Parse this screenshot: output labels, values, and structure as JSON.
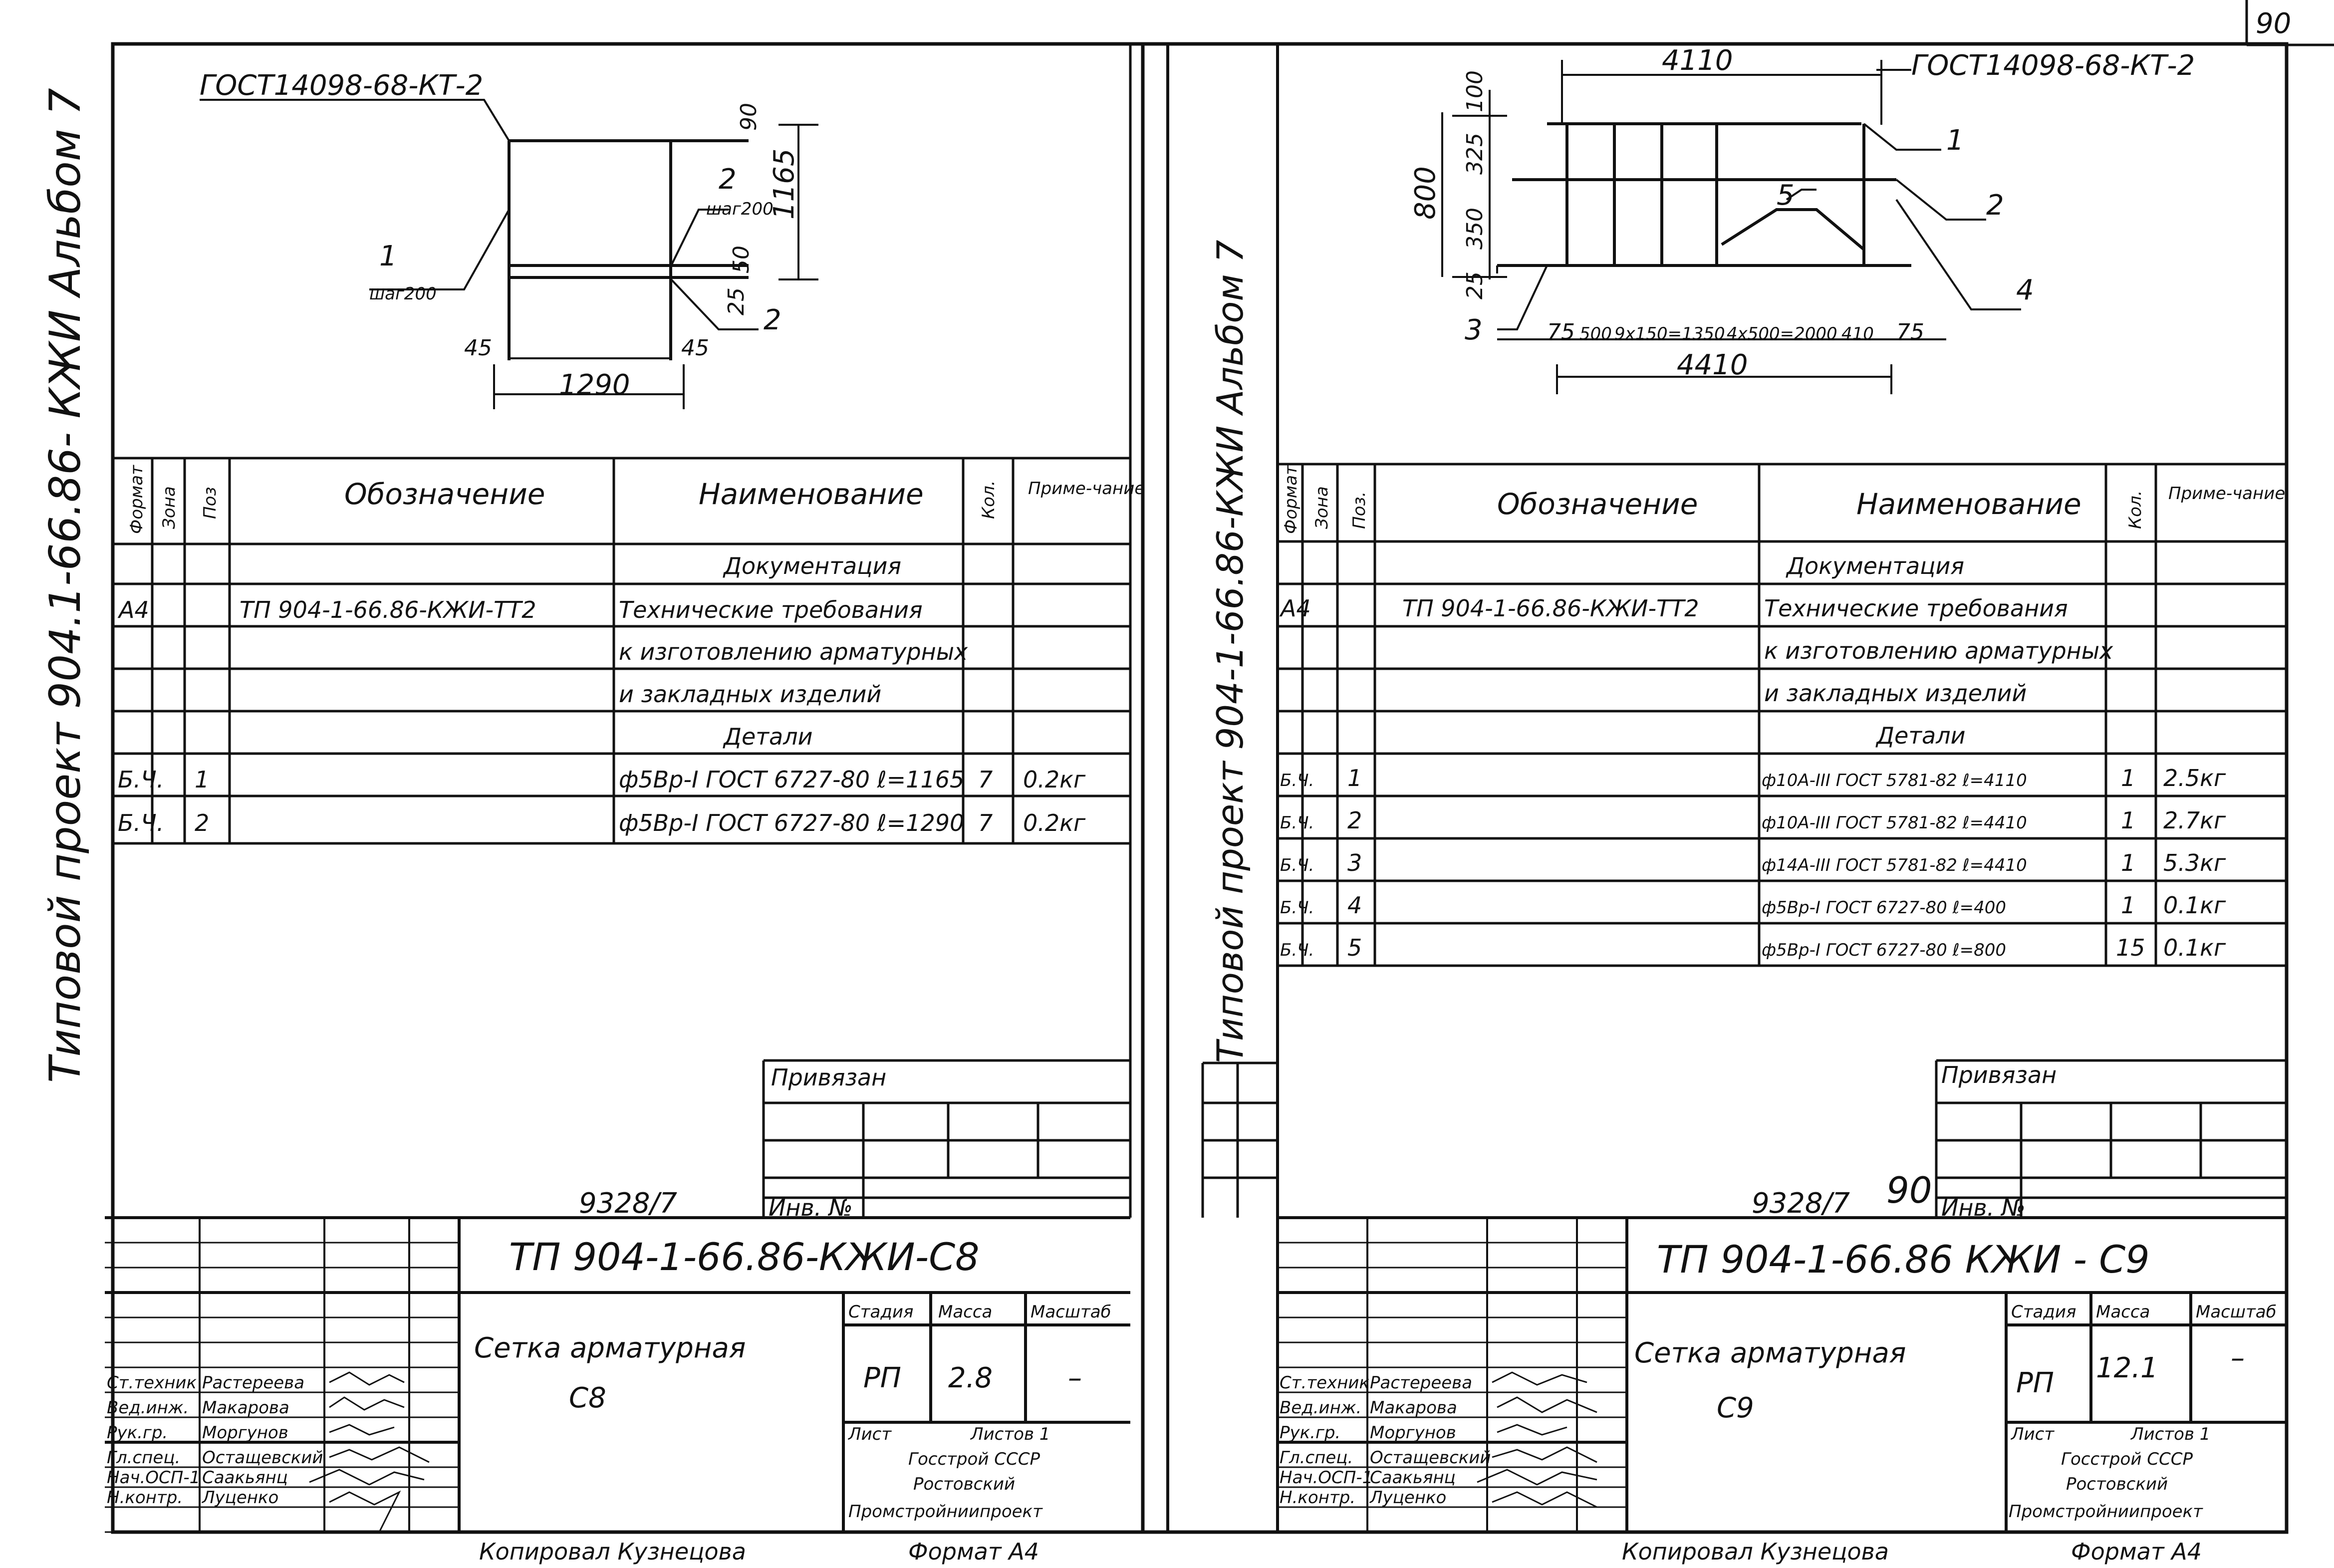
{
  "page_number": "90",
  "sheets": [
    {
      "side_label": "Типовой проект 904.1-66.86- КЖИ Альбом 7",
      "drawing": {
        "standard_ref": "ГОСТ14098-68-КТ-2",
        "dims": {
          "d90": "90",
          "d1165": "1165",
          "d2": "2",
          "shag_top": "шаг200",
          "d1": "1",
          "shag_left": "шаг200",
          "d25": "25",
          "d50": "50",
          "d2b": "2",
          "d45a": "45",
          "d45b": "45",
          "d1290": "1290"
        }
      },
      "spec": {
        "headers": {
          "format": "Формат",
          "zone": "Зона",
          "pos": "Поз",
          "designation": "Обозначение",
          "name": "Наименование",
          "qty": "Кол.",
          "note": "Приме-чание"
        },
        "rows": [
          {
            "format": "",
            "pos": "",
            "designation": "",
            "name": "Документация",
            "qty": "",
            "note": ""
          },
          {
            "format": "А4",
            "pos": "",
            "designation": "ТП 904-1-66.86-КЖИ-ТТ2",
            "name": "Технические требования",
            "qty": "",
            "note": ""
          },
          {
            "format": "",
            "pos": "",
            "designation": "",
            "name": "к изготовлению арматурных",
            "qty": "",
            "note": ""
          },
          {
            "format": "",
            "pos": "",
            "designation": "",
            "name": "и закладных изделий",
            "qty": "",
            "note": ""
          },
          {
            "format": "",
            "pos": "",
            "designation": "",
            "name": "Детали",
            "qty": "",
            "note": ""
          },
          {
            "format": "Б.Ч.",
            "pos": "1",
            "designation": "",
            "name": "ф5Вр-I ГОСТ 6727-80 ℓ=1165",
            "qty": "7",
            "note": "0.2кг"
          },
          {
            "format": "Б.Ч.",
            "pos": "2",
            "designation": "",
            "name": "ф5Вр-I ГОСТ 6727-80 ℓ=1290",
            "qty": "7",
            "note": "0.2кг"
          }
        ]
      },
      "privyazan": "Привязан",
      "inv_label": "Инв. №",
      "inv_number": "9328/7",
      "code": "ТП 904-1-66.86-КЖИ-С8",
      "name_line1": "Сетка арматурная",
      "name_line2": "С8",
      "stage_label": "Стадия",
      "mass_label": "Масса",
      "scale_label": "Масштаб",
      "stage": "РП",
      "mass": "2.8",
      "scale": "–",
      "sheet_label": "Лист",
      "sheets_label": "Листов 1",
      "org": [
        "Госстрой СССР",
        "Ростовский",
        "Промстройниипроект"
      ],
      "staff": [
        {
          "role": "Ст.техник",
          "name": "Растереева"
        },
        {
          "role": "Вед.инж.",
          "name": "Макарова"
        },
        {
          "role": "Рук.гр.",
          "name": "Моргунов"
        },
        {
          "role": "Гл.спец.",
          "name": "Остащевский"
        },
        {
          "role": "Нач.ОСП-1",
          "name": "Саакьянц"
        },
        {
          "role": "Н.контр.",
          "name": "Луценко"
        }
      ],
      "copied": "Копировал Кузнецова",
      "format": "Формат А4"
    },
    {
      "side_label": "Типовой проект 904-1-66.86-КЖИ Альбом 7",
      "drawing": {
        "standard_ref": "ГОСТ14098-68-КТ-2",
        "dims": {
          "d4110": "4110",
          "d100": "100",
          "d325": "325",
          "d350": "350",
          "d25": "25",
          "d800": "800",
          "d75a": "75",
          "d500": "500",
          "d9x150": "9x150=1350",
          "d4x500": "4x500=2000",
          "d410": "410",
          "d75b": "75",
          "d4410": "4410",
          "p1": "1",
          "p2": "2",
          "p3": "3",
          "p4": "4",
          "p5": "5"
        }
      },
      "spec": {
        "headers": {
          "format": "Формат",
          "zone": "Зона",
          "pos": "Поз.",
          "designation": "Обозначение",
          "name": "Наименование",
          "qty": "Кол.",
          "note": "Приме-чание"
        },
        "rows": [
          {
            "format": "",
            "pos": "",
            "designation": "",
            "name": "Документация",
            "qty": "",
            "note": ""
          },
          {
            "format": "А4",
            "pos": "",
            "designation": "ТП 904-1-66.86-КЖИ-ТТ2",
            "name": "Технические требования",
            "qty": "",
            "note": ""
          },
          {
            "format": "",
            "pos": "",
            "designation": "",
            "name": "к изготовлению арматурных",
            "qty": "",
            "note": ""
          },
          {
            "format": "",
            "pos": "",
            "designation": "",
            "name": "и закладных изделий",
            "qty": "",
            "note": ""
          },
          {
            "format": "",
            "pos": "",
            "designation": "",
            "name": "Детали",
            "qty": "",
            "note": ""
          },
          {
            "format": "Б.Ч.",
            "pos": "1",
            "designation": "",
            "name": "ф10А-III ГОСТ 5781-82 ℓ=4110",
            "qty": "1",
            "note": "2.5кг"
          },
          {
            "format": "Б.Ч.",
            "pos": "2",
            "designation": "",
            "name": "ф10А-III ГОСТ 5781-82 ℓ=4410",
            "qty": "1",
            "note": "2.7кг"
          },
          {
            "format": "Б.Ч.",
            "pos": "3",
            "designation": "",
            "name": "ф14А-III ГОСТ 5781-82 ℓ=4410",
            "qty": "1",
            "note": "5.3кг"
          },
          {
            "format": "Б.Ч.",
            "pos": "4",
            "designation": "",
            "name": "ф5Вр-I ГОСТ 6727-80 ℓ=400",
            "qty": "1",
            "note": "0.1кг"
          },
          {
            "format": "Б.Ч.",
            "pos": "5",
            "designation": "",
            "name": "ф5Вр-I ГОСТ 6727-80 ℓ=800",
            "qty": "15",
            "note": "0.1кг"
          }
        ]
      },
      "privyazan": "Привязан",
      "inv_label": "Инв. №",
      "inv_number": "9328/7",
      "inv_extra": "90",
      "code": "ТП 904-1-66.86 КЖИ - С9",
      "name_line1": "Сетка арматурная",
      "name_line2": "С9",
      "stage_label": "Стадия",
      "mass_label": "Масса",
      "scale_label": "Масштаб",
      "stage": "РП",
      "mass": "12.1",
      "scale": "–",
      "sheet_label": "Лист",
      "sheets_label": "Листов 1",
      "org": [
        "Госстрой СССР",
        "Ростовский",
        "Промстройниипроект"
      ],
      "staff": [
        {
          "role": "Ст.техник",
          "name": "Растереева"
        },
        {
          "role": "Вед.инж.",
          "name": "Макарова"
        },
        {
          "role": "Рук.гр.",
          "name": "Моргунов"
        },
        {
          "role": "Гл.спец.",
          "name": "Остащевский"
        },
        {
          "role": "Нач.ОСП-1",
          "name": "Саакьянц"
        },
        {
          "role": "Н.контр.",
          "name": "Луценко"
        }
      ],
      "copied": "Копировал Кузнецова",
      "format": "Формат А4"
    }
  ]
}
